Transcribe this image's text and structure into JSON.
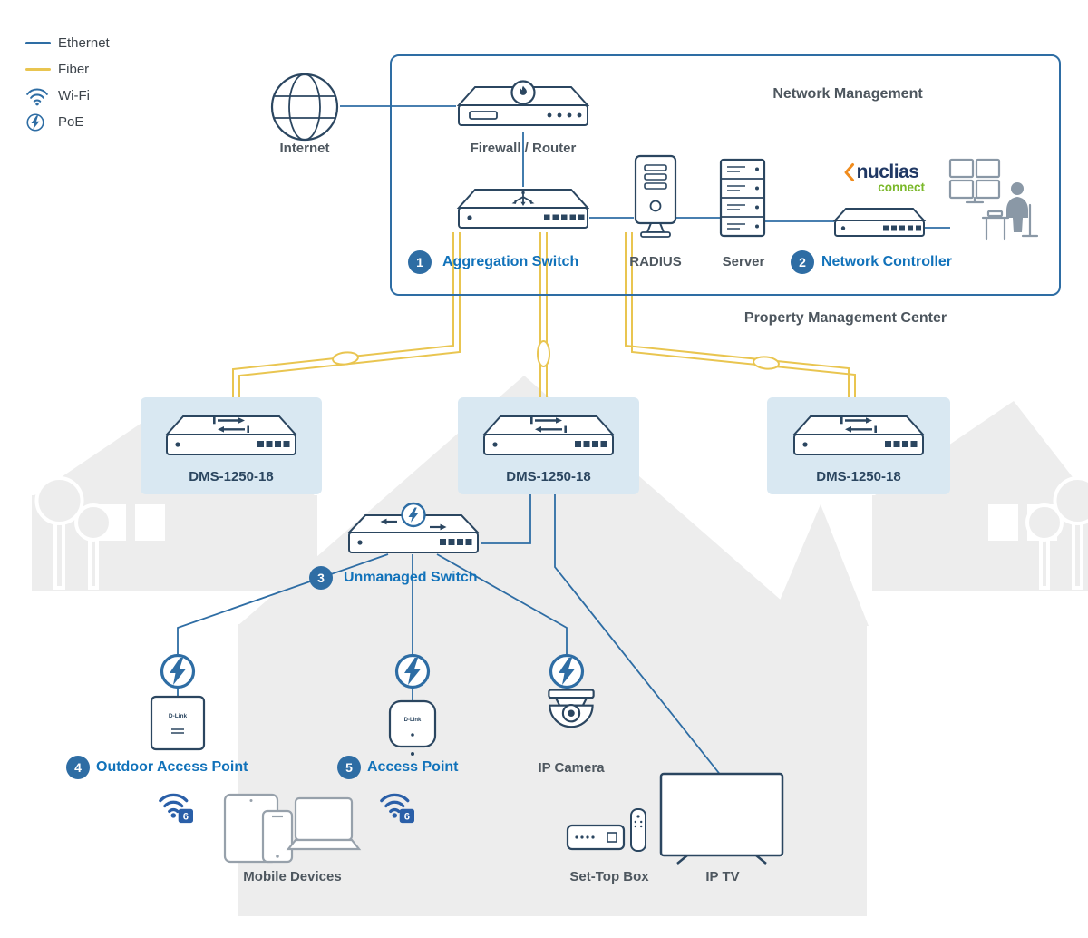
{
  "legend": {
    "ethernet": "Ethernet",
    "fiber": "Fiber",
    "wifi": "Wi-Fi",
    "poe": "PoE"
  },
  "management": {
    "title": "Network Management",
    "internet": "Internet",
    "firewall": "Firewall / Router",
    "aggregation_num": "1",
    "aggregation": "Aggregation Switch",
    "radius": "RADIUS",
    "server": "Server",
    "controller_num": "2",
    "controller": "Network Controller",
    "nuclias_name": "nuclias",
    "nuclias_sub": "connect",
    "property_center": "Property Management Center"
  },
  "distribution": {
    "dms1": "DMS-1250-18",
    "dms2": "DMS-1250-18",
    "dms3": "DMS-1250-18",
    "unmanaged_num": "3",
    "unmanaged": "Unmanaged Switch"
  },
  "access": {
    "outdoor_num": "4",
    "outdoor": "Outdoor Access Point",
    "ap_num": "5",
    "ap": "Access Point",
    "camera": "IP Camera",
    "mobile": "Mobile Devices",
    "stb": "Set-Top Box",
    "iptv": "IP TV",
    "wifi6": "6",
    "brand": "D-Link"
  },
  "colors": {
    "ethernet": "#2e6da4",
    "fiber": "#e9c550",
    "label_blue": "#1172ba",
    "device": "#2b4660",
    "box_bg": "#d9e8f2",
    "house": "#ededed",
    "nuclias_orange": "#f08c1e",
    "nuclias_navy": "#203864",
    "nuclias_green": "#7ab829"
  }
}
